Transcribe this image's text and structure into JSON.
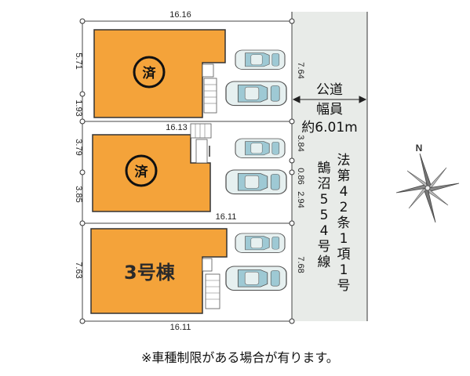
{
  "road": {
    "label_line1": "公道",
    "label_line2": "幅員",
    "label_line3": "約6.01m",
    "legal_col1": [
      "法",
      "第",
      "4",
      "2",
      "条",
      "1",
      "項",
      "1",
      "号"
    ],
    "legal_col2": [
      "鵠",
      "沼",
      "5",
      "5",
      "4",
      "号",
      "線"
    ]
  },
  "lots": [
    {
      "top_width": "16.16",
      "left_depth_a": "5.71",
      "left_depth_b": "1.93",
      "frontage": "7.64",
      "stamp": "済"
    },
    {
      "top_width": "16.13",
      "left_depth_a": "3.79",
      "left_depth_b": "3.85",
      "frontage_a": "3.84",
      "frontage_b": "0.86",
      "frontage_c": "2.94",
      "bottom_width": "16.11",
      "stamp": "済"
    },
    {
      "left_depth": "7.63",
      "frontage": "7.68",
      "bottom_width": "16.11",
      "label": "3号棟"
    }
  ],
  "compass": {
    "north_label": "N"
  },
  "footnote": "※車種制限がある場合が有ります。",
  "colors": {
    "building": "#f4a33a",
    "road": "#e8ebe8",
    "car_body": "#e6f0f0",
    "car_glass": "#9ec9d4"
  }
}
